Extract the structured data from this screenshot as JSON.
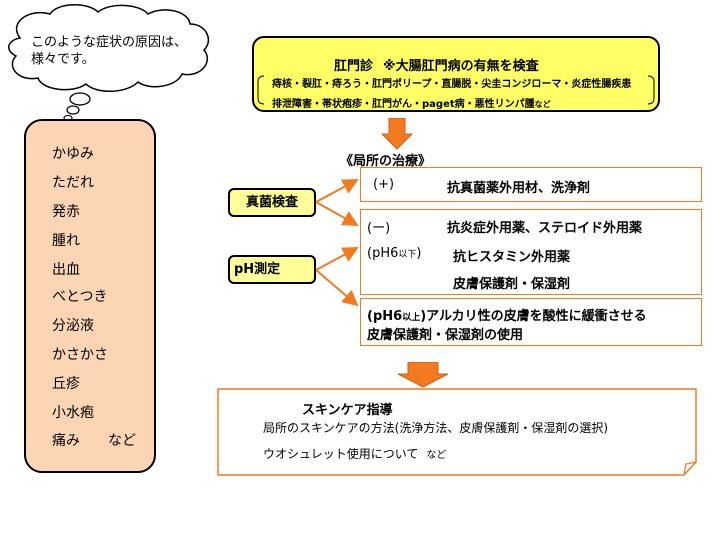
{
  "thought_bubble": {
    "line1": "このような症状の原因は、",
    "line2": "様々です。"
  },
  "symptoms": [
    "かゆみ",
    "ただれ",
    "発赤",
    "腫れ",
    "出血",
    "べとつき",
    "分泌液",
    "かさかさ",
    "丘疹",
    "小水疱",
    "痛み　　など"
  ],
  "exam": {
    "title": "肛門診",
    "subtitle": "※大腸肛門病の有無を検査",
    "line1": "痔核・裂肛・痔ろう・肛門ポリープ・直腸脱・尖圭コンジローマ・炎症性腸疾患",
    "line2": "排泄障害・帯状疱疹・肛門がん・paget病・悪性リンパ腫",
    "line2_suffix": "など"
  },
  "local_treatment_title": "《局所の治療》",
  "fungal_test_label": "真菌検査",
  "ph_test_label": "pH測定",
  "treatment_positive": {
    "sign": "(+)",
    "text": "抗真菌薬外用材、洗浄剤"
  },
  "treatment_negative": {
    "sign": "(ー)",
    "line1": "抗炎症外用薬、ステロイド外用薬",
    "ph_low_prefix": "(pH6",
    "ph_low_sub": "以下",
    "ph_low_suffix": ")",
    "line2": "抗ヒスタミン外用薬",
    "line3": "皮膚保護剤・保湿剤"
  },
  "treatment_ph_high": {
    "prefix": "(pH6",
    "sub": "以上",
    "line1": ")アルカリ性の皮膚を酸性に緩衝させる",
    "line2": "皮膚保護剤・保湿剤の使用"
  },
  "skincare": {
    "title": "スキンケア指導",
    "line1": "局所のスキンケアの方法(洗浄方法、皮膚保護剤・保湿剤の選択)",
    "line2": "ウオシュレット使用について",
    "line2_suffix": "など"
  },
  "colors": {
    "orange": "#f47a20",
    "yellow": "#ffff66",
    "light_yellow": "#ffff99",
    "peach": "#fcd5b5"
  }
}
